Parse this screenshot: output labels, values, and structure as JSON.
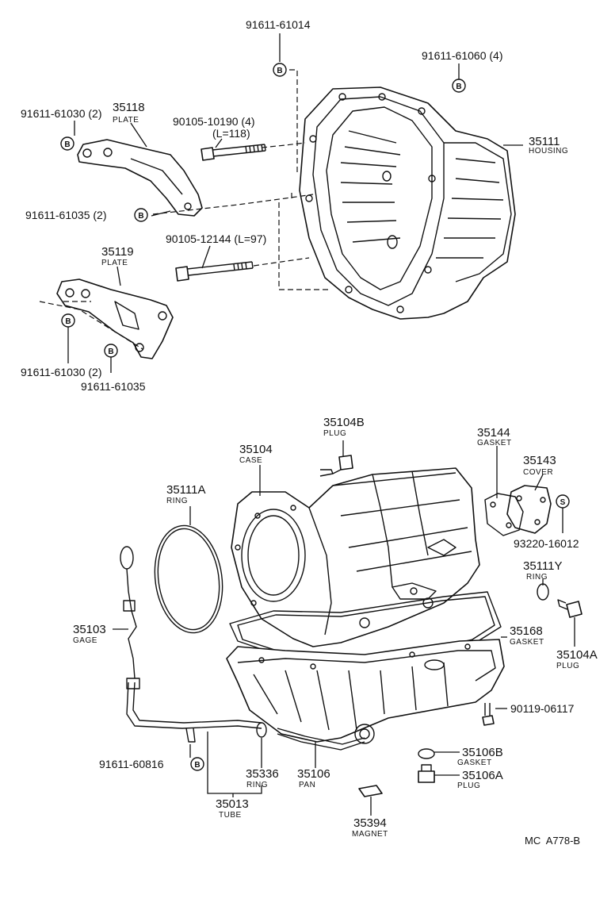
{
  "diagram_code": "MC  A778-B",
  "callout_markers": {
    "b": "B",
    "s": "S"
  },
  "parts": {
    "p91611_61014": {
      "number": "91611-61014"
    },
    "p91611_61060": {
      "number": "91611-61060 (4)"
    },
    "p35111": {
      "number": "35111",
      "name": "HOUSING"
    },
    "p91611_61030_top": {
      "number": "91611-61030 (2)"
    },
    "p35118": {
      "number": "35118",
      "name": "PLATE"
    },
    "p90105_10190": {
      "number": "90105-10190 (4)",
      "note": "(L=118)"
    },
    "p91611_61035_top": {
      "number": "91611-61035 (2)"
    },
    "p90105_12144": {
      "number": "90105-12144 (L=97)"
    },
    "p35119": {
      "number": "35119",
      "name": "PLATE"
    },
    "p91611_61030_bot": {
      "number": "91611-61030 (2)"
    },
    "p91611_61035_bot": {
      "number": "91611-61035"
    },
    "p35104B": {
      "number": "35104B",
      "name": "PLUG"
    },
    "p35104": {
      "number": "35104",
      "name": "CASE"
    },
    "p35144": {
      "number": "35144",
      "name": "GASKET"
    },
    "p35143": {
      "number": "35143",
      "name": "COVER"
    },
    "p35111A": {
      "number": "35111A",
      "name": "RING"
    },
    "p93220_16012": {
      "number": "93220-16012"
    },
    "p35111Y": {
      "number": "35111Y",
      "name": "RING"
    },
    "p35103": {
      "number": "35103",
      "name": "GAGE"
    },
    "p35168": {
      "number": "35168",
      "name": "GASKET"
    },
    "p35104A": {
      "number": "35104A",
      "name": "PLUG"
    },
    "p90119_06117": {
      "number": "90119-06117"
    },
    "p91611_60816": {
      "number": "91611-60816"
    },
    "p35336": {
      "number": "35336",
      "name": "RING"
    },
    "p35106": {
      "number": "35106",
      "name": "PAN"
    },
    "p35106B": {
      "number": "35106B",
      "name": "GASKET"
    },
    "p35106A": {
      "number": "35106A",
      "name": "PLUG"
    },
    "p35013": {
      "number": "35013",
      "name": "TUBE"
    },
    "p35394": {
      "number": "35394",
      "name": "MAGNET"
    }
  }
}
